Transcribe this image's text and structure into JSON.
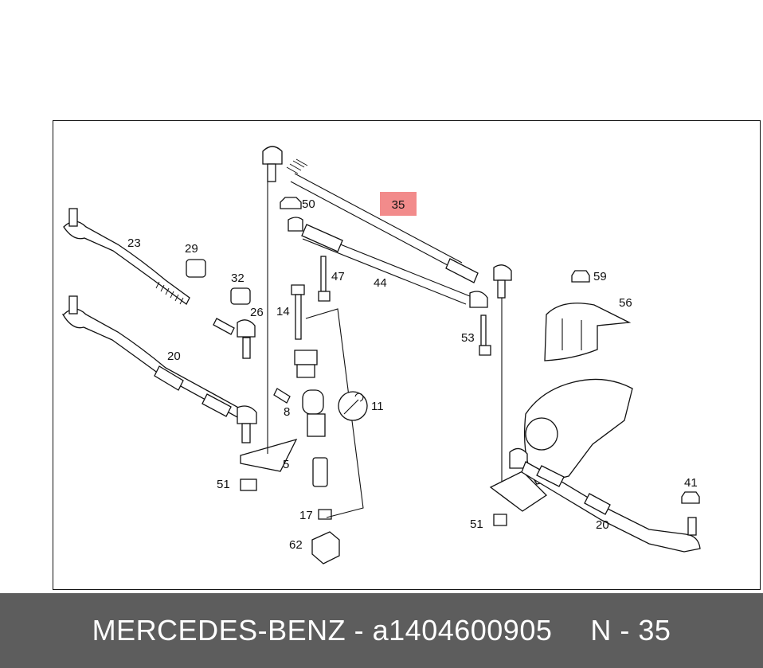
{
  "diagram": {
    "highlight": {
      "label": "35",
      "color": "#f28b8b"
    },
    "callouts": [
      "50",
      "23",
      "29",
      "32",
      "47",
      "44",
      "26",
      "14",
      "59",
      "56",
      "53",
      "20",
      "11",
      "8",
      "5",
      "51",
      "17",
      "62",
      "41",
      "51",
      "20"
    ]
  },
  "footer": {
    "brand": "MERCEDES-BENZ",
    "separator": "-",
    "part_number": "a1404600905",
    "position": "N - 35"
  }
}
